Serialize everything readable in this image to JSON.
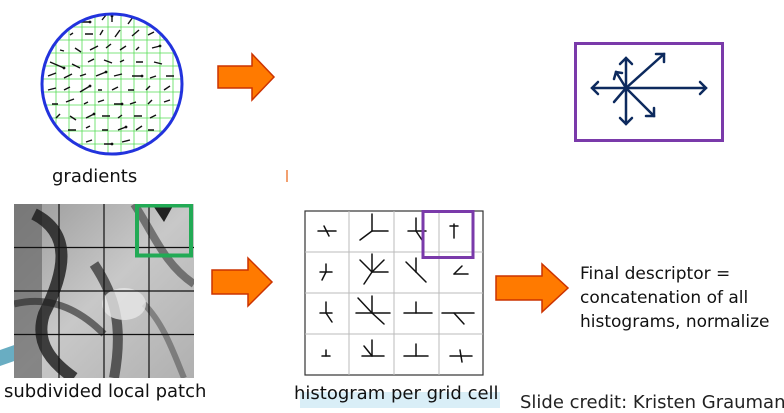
{
  "labels": {
    "gradients": "gradients",
    "subdivided": "subdivided local patch",
    "histogram": "histogram per grid cell",
    "final_line1": "Final descriptor =",
    "final_line2": "concatenation of all",
    "final_line3": "histograms, normalize",
    "credit": "Slide credit: Kristen Grauman"
  },
  "colors": {
    "circle": "#2233dd",
    "grid_green": "#55dd55",
    "highlight_green": "#22aa55",
    "highlight_purple": "#7a3aaa",
    "arrow_fill": "#ff7a00",
    "arrow_stroke": "#cc3300",
    "descriptor_arrow": "#0d2a5e"
  },
  "icons": [
    "right-arrow-icon"
  ]
}
